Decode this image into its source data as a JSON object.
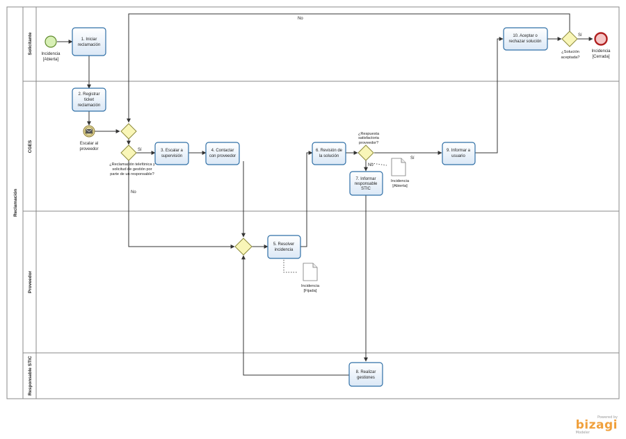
{
  "pool": {
    "name": "Reclamación"
  },
  "lanes": [
    {
      "id": "solicitante",
      "name": "Solicitante"
    },
    {
      "id": "cges",
      "name": "CGES"
    },
    {
      "id": "proveedor",
      "name": "Proveedor"
    },
    {
      "id": "stic",
      "name": "Responsable STIC"
    }
  ],
  "tasks": [
    {
      "id": "t1",
      "lines": [
        "1. Iniciar",
        "reclamación"
      ]
    },
    {
      "id": "t2",
      "lines": [
        "2. Registrar",
        "ticket",
        "reclamación"
      ]
    },
    {
      "id": "t3",
      "lines": [
        "3. Escalar a",
        "supervisión"
      ]
    },
    {
      "id": "t4",
      "lines": [
        "4. Contactar",
        "con proveedor"
      ]
    },
    {
      "id": "t5",
      "lines": [
        "5. Resolver",
        "incidencia"
      ]
    },
    {
      "id": "t6",
      "lines": [
        "6. Revisión de",
        "la solución"
      ]
    },
    {
      "id": "t7",
      "lines": [
        "7. Informar",
        "responsable",
        "STIC"
      ]
    },
    {
      "id": "t8",
      "lines": [
        "8. Realizar",
        "gestiones"
      ]
    },
    {
      "id": "t9",
      "lines": [
        "9. Informar a",
        "usuario"
      ]
    },
    {
      "id": "t10",
      "lines": [
        "10. Aceptar o",
        "rechazar solución"
      ]
    }
  ],
  "events": {
    "start": {
      "lines": [
        "Incidencia",
        "[Abierta]"
      ]
    },
    "end": {
      "lines": [
        "Incidencia",
        "[Cerrada]"
      ]
    },
    "message": {
      "lines": [
        "Escalar al",
        "proveedor"
      ]
    }
  },
  "gateways": {
    "g1": {
      "lines": [
        "¿Reclamación telefónica y",
        "solicitud de gestión por",
        "parte de un responsable?"
      ]
    },
    "g2": {
      "lines": [
        "¿Respuesta",
        "satisfactoria",
        "proveedor?"
      ]
    },
    "g3": {
      "lines": [
        "¿Solución",
        "aceptada?"
      ]
    }
  },
  "artifacts": {
    "doc1": {
      "lines": [
        "Incidencia",
        "[Abierta]"
      ]
    },
    "doc2": {
      "lines": [
        "Incidencia",
        "[Fijada]"
      ]
    }
  },
  "flow_labels": {
    "g1_yes": "Sí",
    "g1_no": "No",
    "g2_no": "No",
    "g2_yes": "Sí",
    "g3_yes": "Sí",
    "g3_no": "No"
  },
  "branding": {
    "powered": "Powered by",
    "name": "bizagi",
    "edition": "Modeler"
  },
  "colors": {
    "task_fill": "#e8f1fb",
    "task_stroke": "#2f6fa6",
    "gateway_fill": "#f9f6b8",
    "gateway_stroke": "#8c8a3a",
    "start_fill": "#d8f0b6",
    "start_stroke": "#5f8a2c",
    "end_fill": "#f5c6c6",
    "end_stroke": "#b02020",
    "line": "#333333",
    "lane_stroke": "#888888"
  }
}
